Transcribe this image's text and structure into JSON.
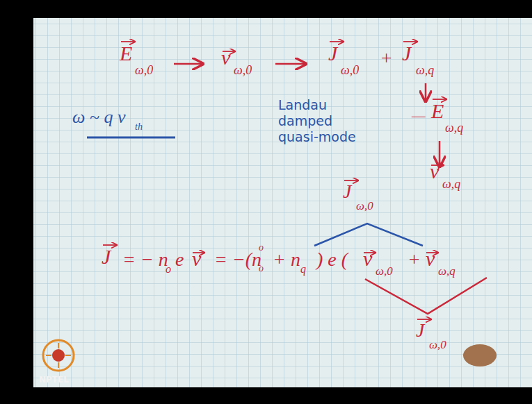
{
  "diagram": {
    "labels": [
      "E",
      "ω,0",
      "v",
      "ω,0",
      "J",
      "ω,0",
      "+",
      "J",
      "ω,q",
      "—",
      "E",
      "ω,q",
      "v",
      "ω,q",
      "ω ~ q v",
      "th",
      "Landau damped quasi-mode",
      "J",
      "ω,0",
      "J",
      "= − n",
      "o",
      "e",
      "v",
      "= −(n",
      "o",
      "o",
      "+ n",
      "q",
      ") e (",
      "v",
      "ω,0",
      "+",
      "v",
      "ω,q",
      "J",
      "ω,0",
      "NPTEL"
    ]
  }
}
